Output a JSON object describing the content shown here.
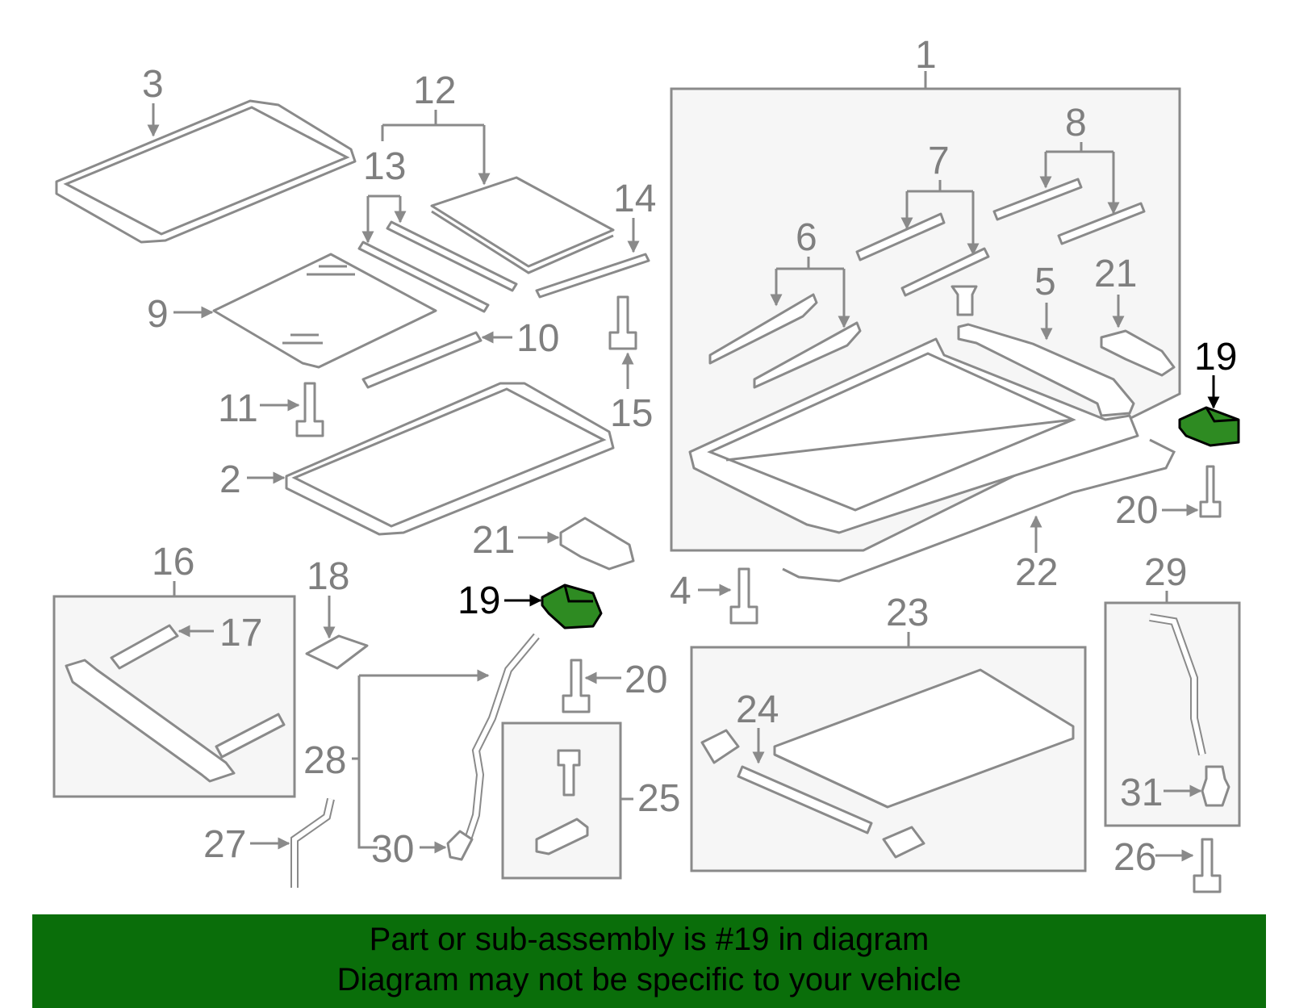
{
  "labels": {
    "p1": "1",
    "p2": "2",
    "p3": "3",
    "p4": "4",
    "p5": "5",
    "p6": "6",
    "p7": "7",
    "p8": "8",
    "p9": "9",
    "p10": "10",
    "p11": "11",
    "p12": "12",
    "p13": "13",
    "p14": "14",
    "p15": "15",
    "p16": "16",
    "p17": "17",
    "p18": "18",
    "p19a": "19",
    "p19b": "19",
    "p20a": "20",
    "p20b": "20",
    "p21a": "21",
    "p21b": "21",
    "p22": "22",
    "p23": "23",
    "p24": "24",
    "p25": "25",
    "p26": "26",
    "p27": "27",
    "p28": "28",
    "p29": "29",
    "p30": "30",
    "p31": "31"
  },
  "colors": {
    "highlight_part": "#2e8b22",
    "banner_bg": "#0a6e0a",
    "line_gray": "#8a8a8a",
    "label_gray": "#7f7f7f"
  },
  "banner": {
    "line1": "Part or sub-assembly is #19 in diagram",
    "line2": "Diagram may not be specific to your vehicle"
  }
}
